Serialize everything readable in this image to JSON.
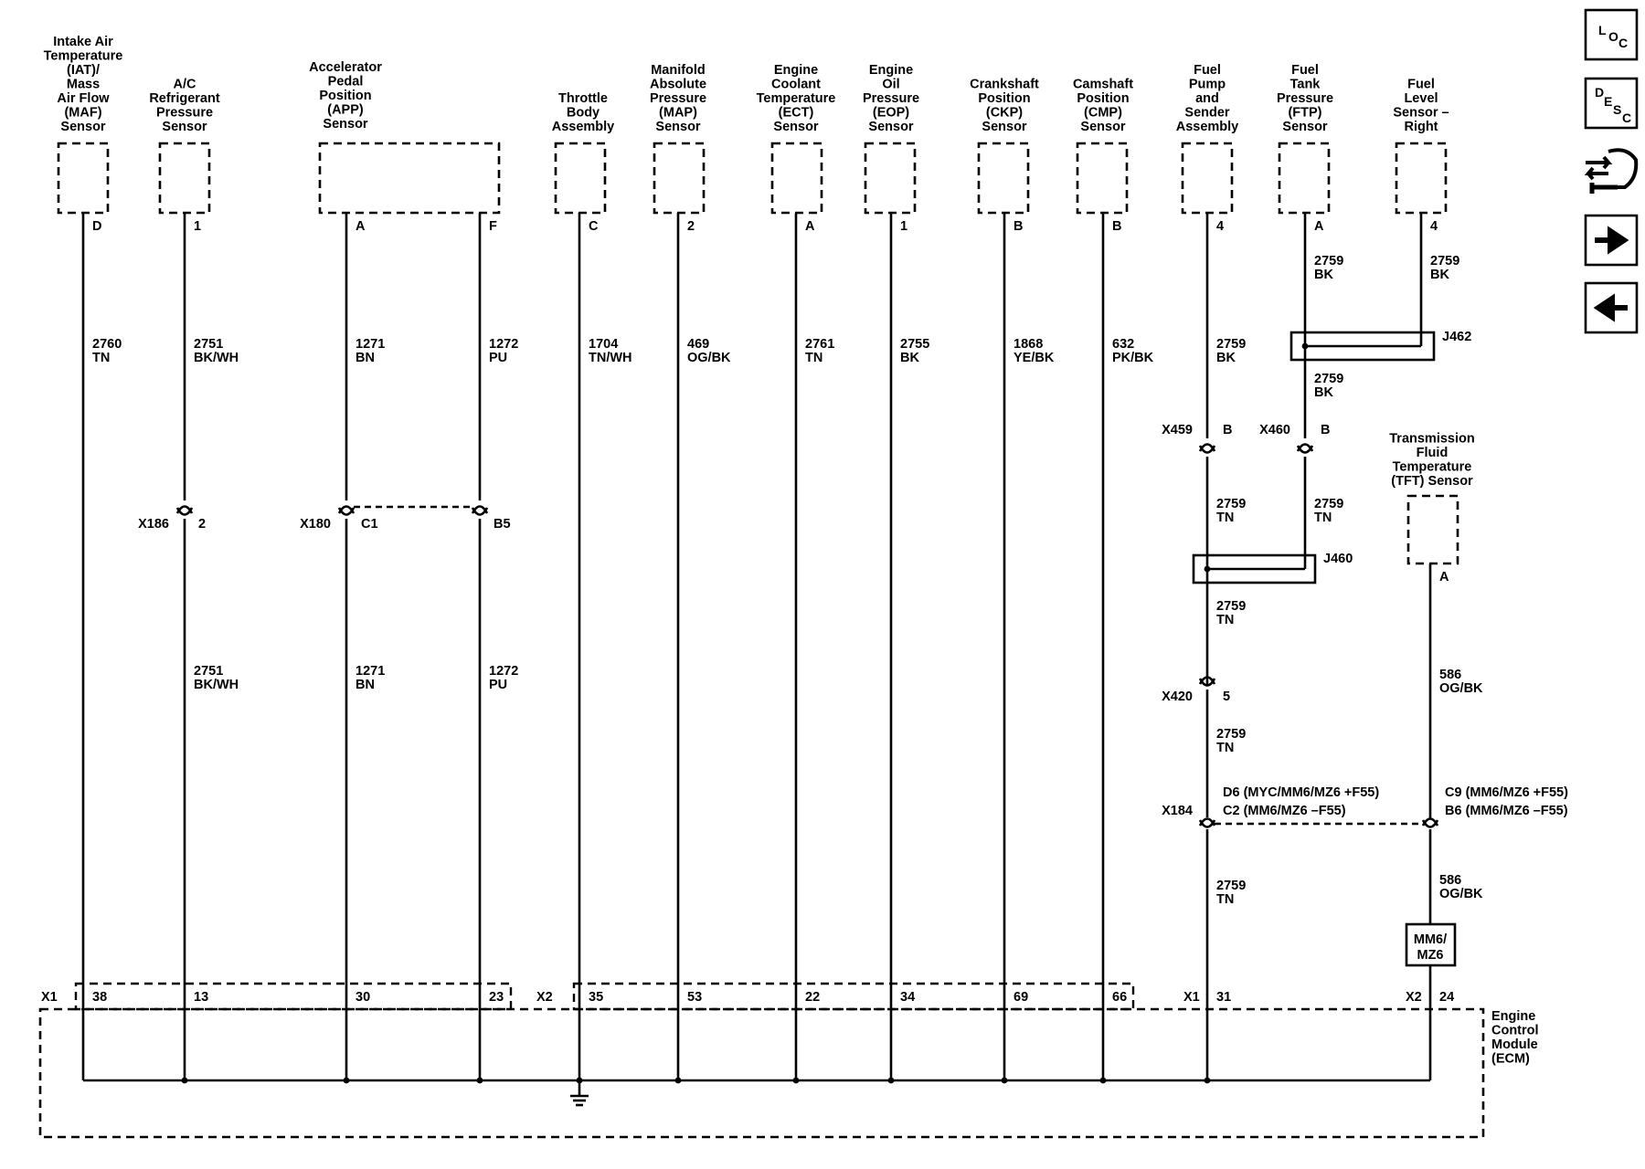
{
  "diagram": {
    "ecm": {
      "label": [
        "Engine",
        "Control",
        "Module",
        "(ECM)"
      ],
      "connector_labels": [
        {
          "id": "X1a",
          "text": "X1"
        },
        {
          "id": "X2a",
          "text": "X2"
        },
        {
          "id": "X1b",
          "text": "X1"
        },
        {
          "id": "X2b",
          "text": "X2"
        }
      ]
    },
    "components": [
      {
        "id": "iat",
        "label": [
          "Intake Air",
          "Temperature",
          "(IAT)/",
          "Mass",
          "Air Flow",
          "(MAF)",
          "Sensor"
        ],
        "pins": [
          "D"
        ],
        "wires": [
          {
            "circuit": "2760",
            "color": "TN"
          }
        ],
        "ecm_pins": [
          "38"
        ]
      },
      {
        "id": "ac",
        "label": [
          "A/C",
          "Refrigerant",
          "Pressure",
          "Sensor"
        ],
        "pins": [
          "1"
        ],
        "wires": [
          {
            "circuit": "2751",
            "color": "BK/WH"
          },
          {
            "circuit": "2751",
            "color": "BK/WH"
          }
        ],
        "ecm_pins": [
          "13"
        ]
      },
      {
        "id": "app",
        "label": [
          "Accelerator",
          "Pedal",
          "Position",
          "(APP)",
          "Sensor"
        ],
        "pins": [
          "A",
          "F"
        ],
        "wires": [
          {
            "circuit": "1271",
            "color": "BN"
          },
          {
            "circuit": "1272",
            "color": "PU"
          },
          {
            "circuit": "1271",
            "color": "BN"
          },
          {
            "circuit": "1272",
            "color": "PU"
          }
        ],
        "ecm_pins": [
          "30",
          "23"
        ]
      },
      {
        "id": "tb",
        "label": [
          "Throttle",
          "Body",
          "Assembly"
        ],
        "pins": [
          "C"
        ],
        "wires": [
          {
            "circuit": "1704",
            "color": "TN/WH"
          }
        ],
        "ecm_pins": [
          "35"
        ]
      },
      {
        "id": "map",
        "label": [
          "Manifold",
          "Absolute",
          "Pressure",
          "(MAP)",
          "Sensor"
        ],
        "pins": [
          "2"
        ],
        "wires": [
          {
            "circuit": "469",
            "color": "OG/BK"
          }
        ],
        "ecm_pins": [
          "53"
        ]
      },
      {
        "id": "ect",
        "label": [
          "Engine",
          "Coolant",
          "Temperature",
          "(ECT)",
          "Sensor"
        ],
        "pins": [
          "A"
        ],
        "wires": [
          {
            "circuit": "2761",
            "color": "TN"
          }
        ],
        "ecm_pins": [
          "22"
        ]
      },
      {
        "id": "eop",
        "label": [
          "Engine",
          "Oil",
          "Pressure",
          "(EOP)",
          "Sensor"
        ],
        "pins": [
          "1"
        ],
        "wires": [
          {
            "circuit": "2755",
            "color": "BK"
          }
        ],
        "ecm_pins": [
          "34"
        ]
      },
      {
        "id": "ckp",
        "label": [
          "Crankshaft",
          "Position",
          "(CKP)",
          "Sensor"
        ],
        "pins": [
          "B"
        ],
        "wires": [
          {
            "circuit": "1868",
            "color": "YE/BK"
          }
        ],
        "ecm_pins": [
          "69"
        ]
      },
      {
        "id": "cmp",
        "label": [
          "Camshaft",
          "Position",
          "(CMP)",
          "Sensor"
        ],
        "pins": [
          "B"
        ],
        "wires": [
          {
            "circuit": "632",
            "color": "PK/BK"
          }
        ],
        "ecm_pins": [
          "66"
        ]
      },
      {
        "id": "fp",
        "label": [
          "Fuel",
          "Pump",
          "and",
          "Sender",
          "Assembly"
        ],
        "pins": [
          "4"
        ],
        "wires": [
          {
            "circuit": "2759",
            "color": "BK"
          },
          {
            "circuit": "2759",
            "color": "TN"
          },
          {
            "circuit": "2759",
            "color": "TN"
          },
          {
            "circuit": "2759",
            "color": "TN"
          },
          {
            "circuit": "2759",
            "color": "TN"
          }
        ],
        "ecm_pins": [
          "31"
        ]
      },
      {
        "id": "ftp",
        "label": [
          "Fuel",
          "Tank",
          "Pressure",
          "(FTP)",
          "Sensor"
        ],
        "pins": [
          "A"
        ],
        "wires": [
          {
            "circuit": "2759",
            "color": "BK"
          },
          {
            "circuit": "2759",
            "color": "BK"
          },
          {
            "circuit": "2759",
            "color": "TN"
          }
        ]
      },
      {
        "id": "fls",
        "label": [
          "Fuel",
          "Level",
          "Sensor –",
          "Right"
        ],
        "pins": [
          "4"
        ],
        "wires": [
          {
            "circuit": "2759",
            "color": "BK"
          }
        ]
      },
      {
        "id": "tft",
        "label": [
          "Transmission",
          "Fluid",
          "Temperature",
          "(TFT) Sensor"
        ],
        "pins": [
          "A"
        ],
        "wires": [
          {
            "circuit": "586",
            "color": "OG/BK"
          },
          {
            "circuit": "586",
            "color": "OG/BK"
          }
        ],
        "ecm_pins": [
          "24"
        ]
      }
    ],
    "inline_connectors": [
      {
        "id": "x186",
        "name": "X186",
        "pin": "2"
      },
      {
        "id": "x180",
        "name": "X180",
        "pins": [
          "C1",
          "B5"
        ]
      },
      {
        "id": "x459",
        "name": "X459",
        "pin": "B"
      },
      {
        "id": "x460",
        "name": "X460",
        "pin": "B"
      },
      {
        "id": "x420",
        "name": "X420",
        "pin": "5"
      },
      {
        "id": "x184",
        "name": "X184",
        "pins": [
          "D6 (MYC/MM6/MZ6 +F55)",
          "C2 (MM6/MZ6 –F55)",
          "C9 (MM6/MZ6 +F55)",
          "B6 (MM6/MZ6 –F55)"
        ]
      }
    ],
    "splices": [
      {
        "id": "j462",
        "name": "J462"
      },
      {
        "id": "j460",
        "name": "J460"
      }
    ],
    "option_box": [
      "MM6/",
      "MZ6"
    ]
  },
  "nav": {
    "loc": {
      "letters": [
        "L",
        "O",
        "C"
      ],
      "icon": "location-icon"
    },
    "desc": {
      "letters": [
        "D",
        "E",
        "S",
        "C"
      ],
      "icon": "description-icon"
    },
    "connector_view": {
      "icon": "connector-wrench-icon"
    },
    "next": {
      "icon": "arrow-right-icon"
    },
    "prev": {
      "icon": "arrow-left-icon"
    }
  }
}
